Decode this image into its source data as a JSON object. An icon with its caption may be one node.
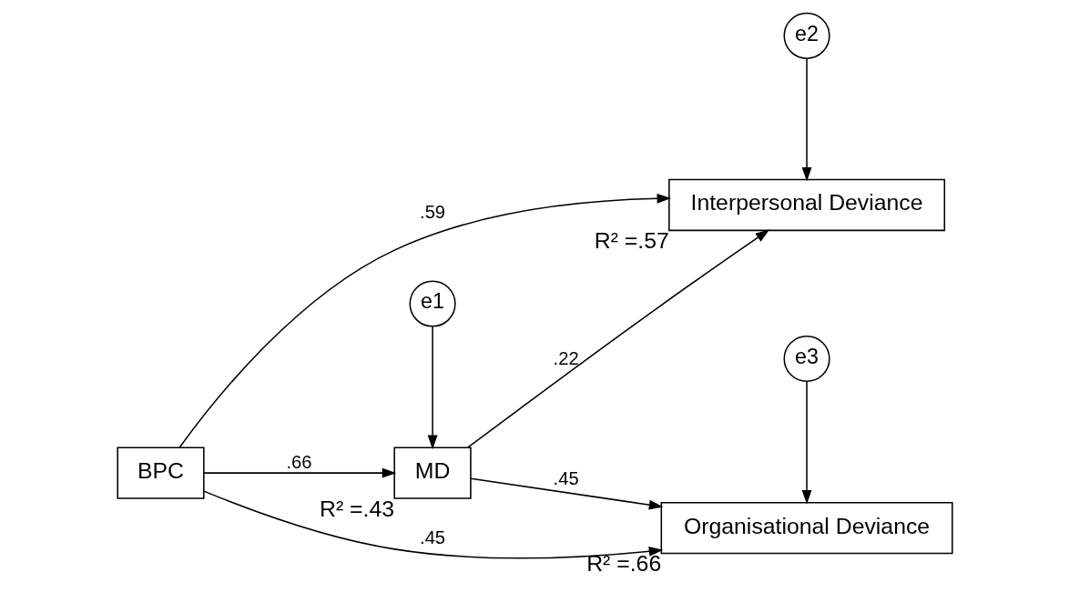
{
  "diagram": {
    "nodes": [
      {
        "text": [
          "e1"
        ]
      },
      {
        "text": [
          "MD"
        ],
        "beside": [
          "R² =.43"
        ]
      },
      {
        "text": [
          "e2"
        ]
      },
      {
        "text": [
          "Interpersonal Deviance"
        ],
        "beside": [
          "R² =.57"
        ]
      },
      {
        "text": [
          "BPC"
        ]
      },
      {
        "text": [
          "e3"
        ]
      },
      {
        "text": [
          "Organisational Deviance"
        ],
        "beside": [
          "R² =.66"
        ]
      }
    ],
    "edges": [
      {
        "from": 0,
        "to": 1,
        "arrow": "to"
      },
      {
        "from": 4,
        "to": 1,
        "arrow": "to",
        "label": ".66"
      },
      {
        "from": 1,
        "to": 3,
        "arrow": "to",
        "label": ".22"
      },
      {
        "from": 1,
        "to": 6,
        "arrow": "to",
        "label": ".45"
      },
      {
        "from": 4,
        "to": 3,
        "arrow": "to",
        "label": ".59"
      },
      {
        "from": 4,
        "to": 6,
        "arrow": "to",
        "label": ".45"
      },
      {
        "from": 2,
        "to": 3,
        "arrow": "to"
      },
      {
        "from": 5,
        "to": 6,
        "arrow": "to"
      }
    ]
  }
}
